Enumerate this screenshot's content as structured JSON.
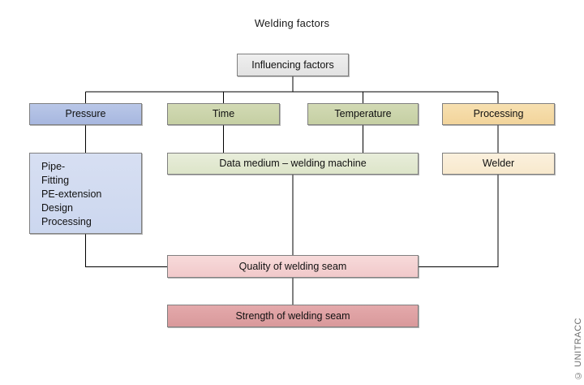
{
  "figure": {
    "title": "Welding factors",
    "watermark": "© UNITRACC"
  },
  "diagram": {
    "type": "flowchart",
    "root": {
      "label": "Influencing factors",
      "color": "#e8e8e8"
    },
    "factors": [
      {
        "label": "Pressure",
        "color": "#aebde4"
      },
      {
        "label": "Time",
        "color": "#ccd6ac"
      },
      {
        "label": "Temperature",
        "color": "#ccd6ac"
      },
      {
        "label": "Processing",
        "color": "#f5dca8"
      }
    ],
    "second_row": {
      "factor_list": {
        "items": [
          "Pipe-",
          "Fitting",
          "PE-extension",
          "Design",
          "Processing"
        ],
        "color": "#d2dcf0"
      },
      "data_medium": {
        "label": "Data medium – welding machine",
        "color": "#e3e9d1"
      },
      "welder": {
        "label": "Welder",
        "color": "#f9ecd5"
      }
    },
    "outcomes": [
      {
        "label": "Quality of welding seam",
        "color": "#f4cfd0"
      },
      {
        "label": "Strength of welding seam",
        "color": "#de9a9c"
      }
    ],
    "edges": [
      {
        "from": "Influencing factors",
        "to": "Pressure"
      },
      {
        "from": "Influencing factors",
        "to": "Time"
      },
      {
        "from": "Influencing factors",
        "to": "Temperature"
      },
      {
        "from": "Influencing factors",
        "to": "Processing"
      },
      {
        "from": "Pressure",
        "to": "factor list"
      },
      {
        "from": "Time",
        "to": "Data medium – welding machine"
      },
      {
        "from": "Temperature",
        "to": "Data medium – welding machine"
      },
      {
        "from": "Processing",
        "to": "Welder"
      },
      {
        "from": "factor list",
        "to": "Quality of welding seam"
      },
      {
        "from": "Data medium – welding machine",
        "to": "Quality of welding seam"
      },
      {
        "from": "Welder",
        "to": "Quality of welding seam"
      },
      {
        "from": "Quality of welding seam",
        "to": "Strength of welding seam"
      }
    ]
  }
}
